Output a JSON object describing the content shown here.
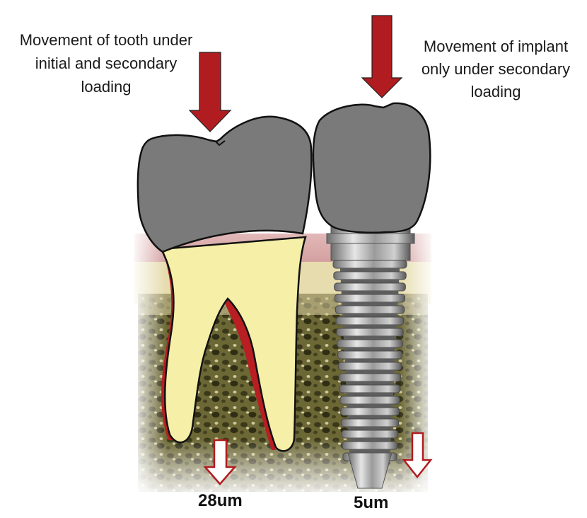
{
  "labels": {
    "tooth_movement": [
      "Movement of tooth under",
      "initial and secondary",
      "loading"
    ],
    "implant_movement": [
      "Movement of implant",
      "only  under secondary",
      "loading"
    ],
    "tooth_displacement": "28um",
    "implant_displacement": "5um"
  },
  "colors": {
    "load_arrow": "#b01c1f",
    "displacement_arrow_outline": "#b01c1f",
    "crown": "#7a7a7a",
    "root": "#f6efa8",
    "ligament": "#b81e22",
    "bone": "#6e6a3a",
    "gingiva": "#d9a2a2",
    "implant": "#a9a9a9"
  }
}
